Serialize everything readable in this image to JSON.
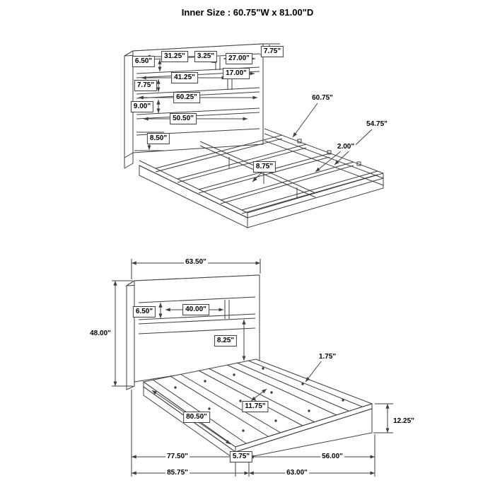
{
  "title": "Inner Size : 60.75\"W x 81.00\"D",
  "colors": {
    "line": "#3f3f3f",
    "text": "#000000",
    "background": "#ffffff"
  },
  "top_view": {
    "dims": [
      "6.50\"",
      "31.25\"",
      "3.25\"",
      "27.00\"",
      "7.75\"",
      "41.25\"",
      "17.00\"",
      "7.75\"",
      "9.00\"",
      "60.25\"",
      "50.50\"",
      "8.50\"",
      "60.75\"",
      "54.75\"",
      "2.00\"",
      "8.75\""
    ]
  },
  "bottom_view": {
    "dims": [
      "63.50\"",
      "48.00\"",
      "6.50\"",
      "40.00\"",
      "8.25\"",
      "1.75\"",
      "80.50\"",
      "11.75\"",
      "12.25\"",
      "77.50\"",
      "5.75\"",
      "56.00\"",
      "85.75\"",
      "63.00\""
    ]
  }
}
